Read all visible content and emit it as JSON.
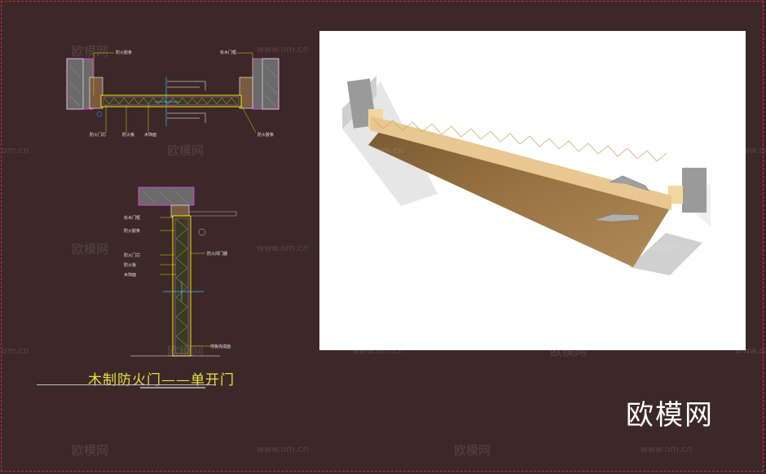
{
  "title": "木制防火门——单开门",
  "logo": "欧模网",
  "watermark": {
    "cn": "欧模网",
    "url": "www.om.cn",
    "url_left": "om.cn"
  },
  "plan_labels": {
    "top_left": "防火胶条",
    "top_right": "实木门框",
    "bottom_1": "防火门芯",
    "bottom_2": "防火板",
    "bottom_3": "木饰面",
    "bottom_right": "防火胶条"
  },
  "section_labels": {
    "l1": "实木门框",
    "l2": "防火胶条",
    "l3": "防火门芯",
    "l4": "防火板",
    "l5": "木饰面",
    "r1": "防火闭门器",
    "r2": "地板完成面"
  },
  "colors": {
    "background": "#3c2828",
    "title": "#e8e23a",
    "frame": "#c0303a"
  }
}
